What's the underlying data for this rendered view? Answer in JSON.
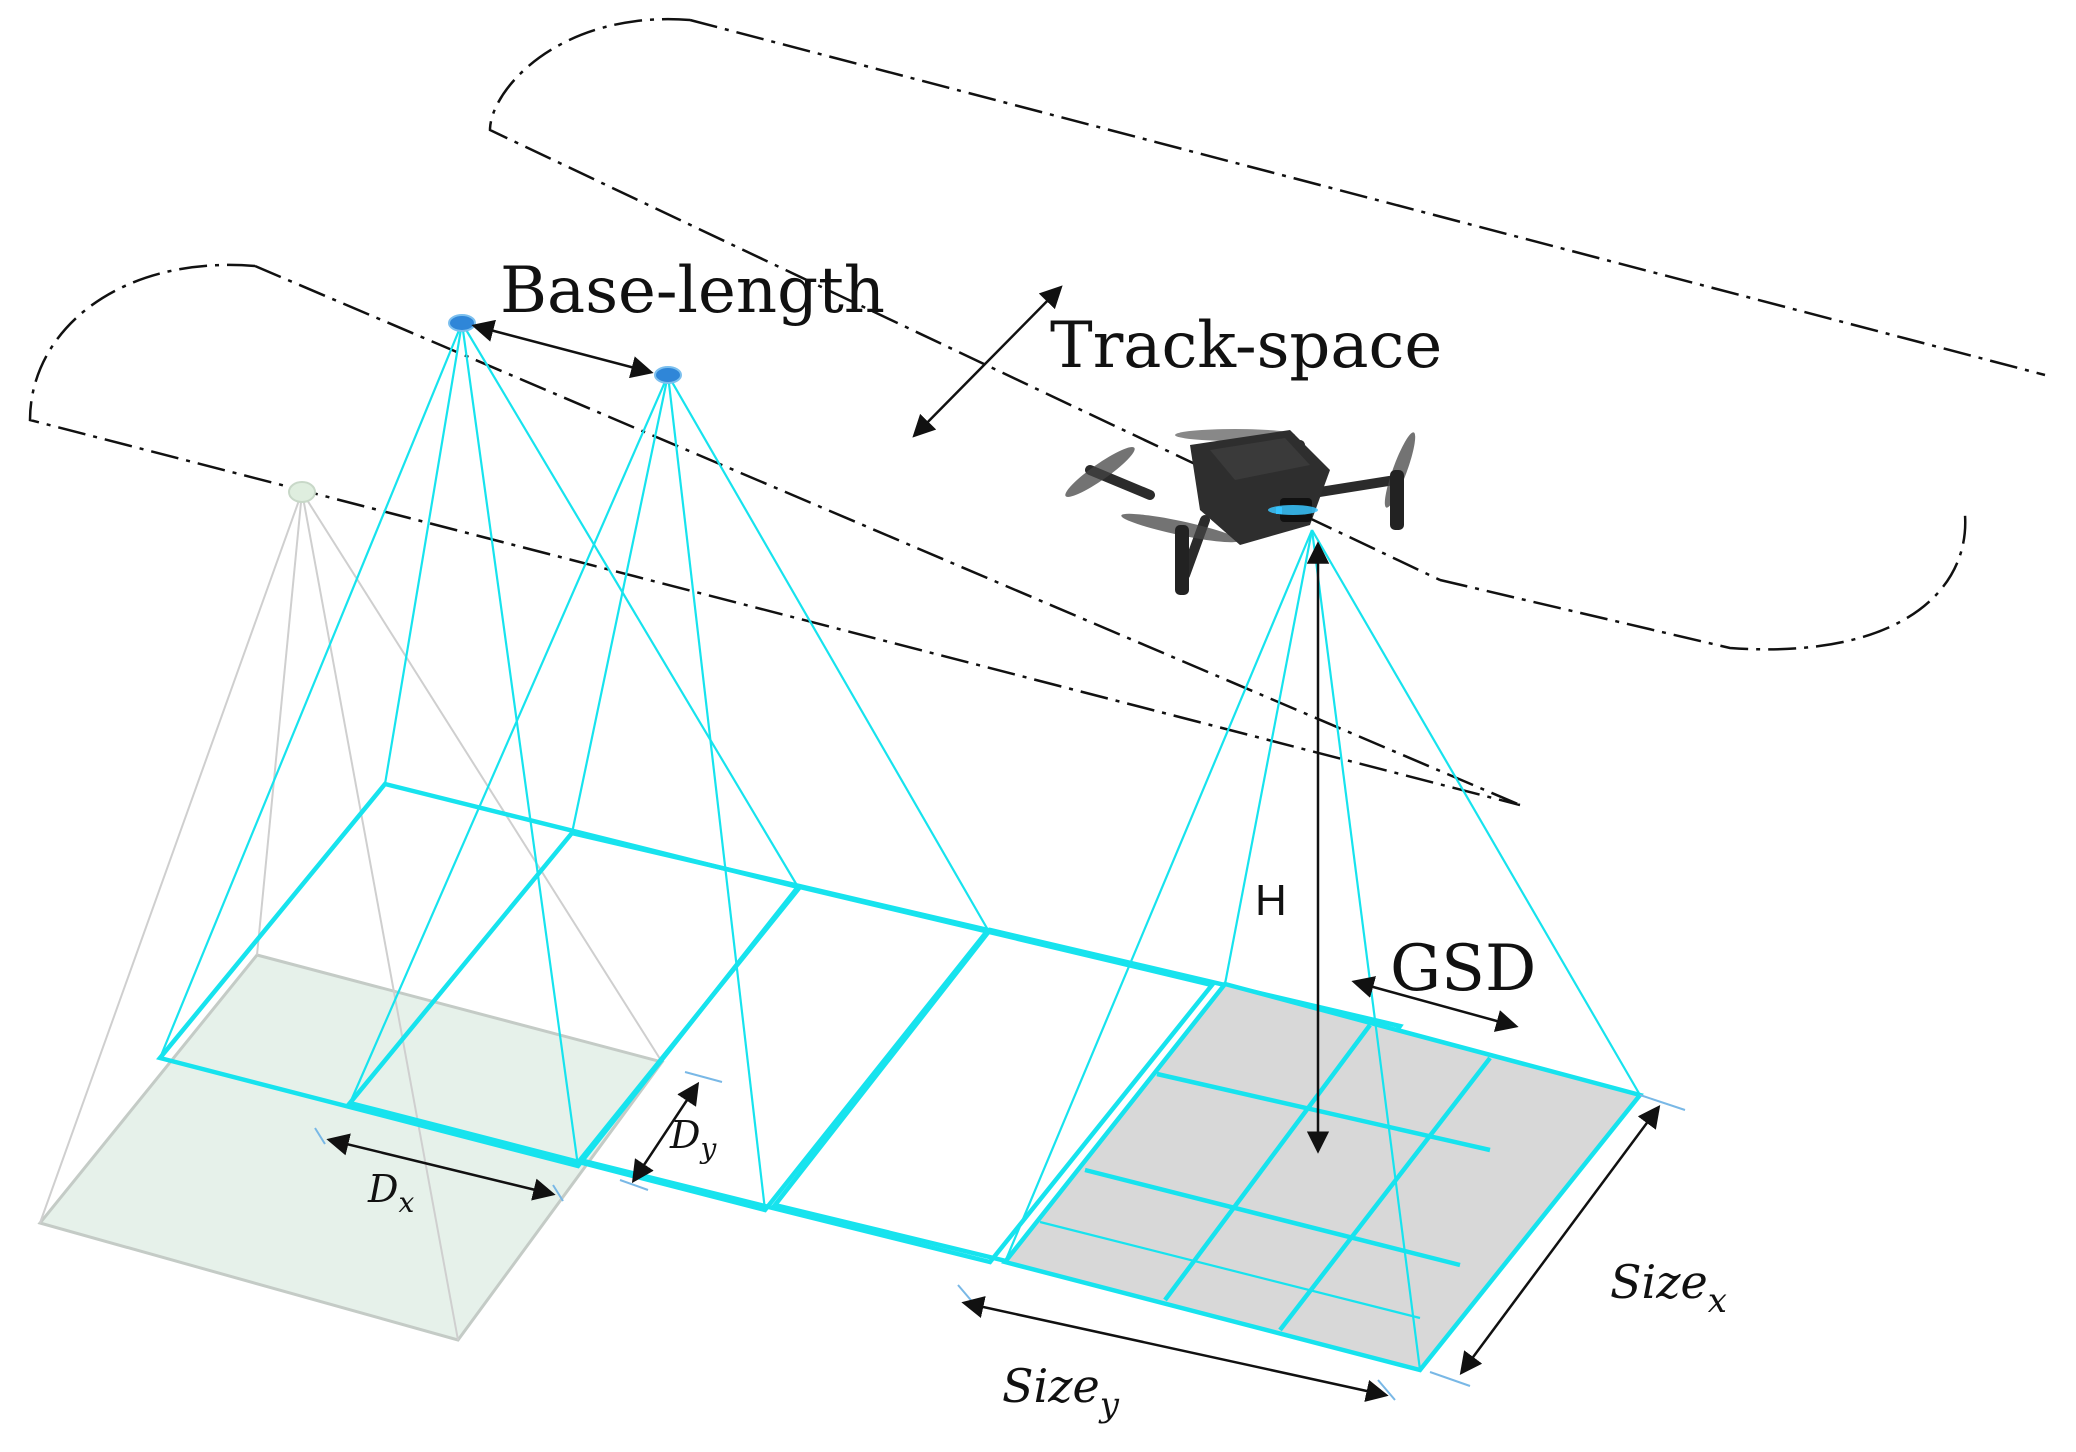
{
  "labels": {
    "base_length": "Base-length",
    "track_space": "Track-space",
    "height": "H",
    "gsd": "GSD",
    "dx_main": "D",
    "dx_sub": "x",
    "dy_main": "D",
    "dy_sub": "y",
    "sizex_main": "Size",
    "sizex_sub": "x",
    "sizey_main": "Size",
    "sizey_sub": "y"
  },
  "colors": {
    "footprint": "#17e3ee",
    "previous_footprint_fill": "#e6f1ea",
    "image_grid_fill": "#d8d8d8",
    "camera_point": "#2f86d8",
    "route": "#111111"
  },
  "icons": {
    "drone": "quadcopter-drone-icon"
  }
}
